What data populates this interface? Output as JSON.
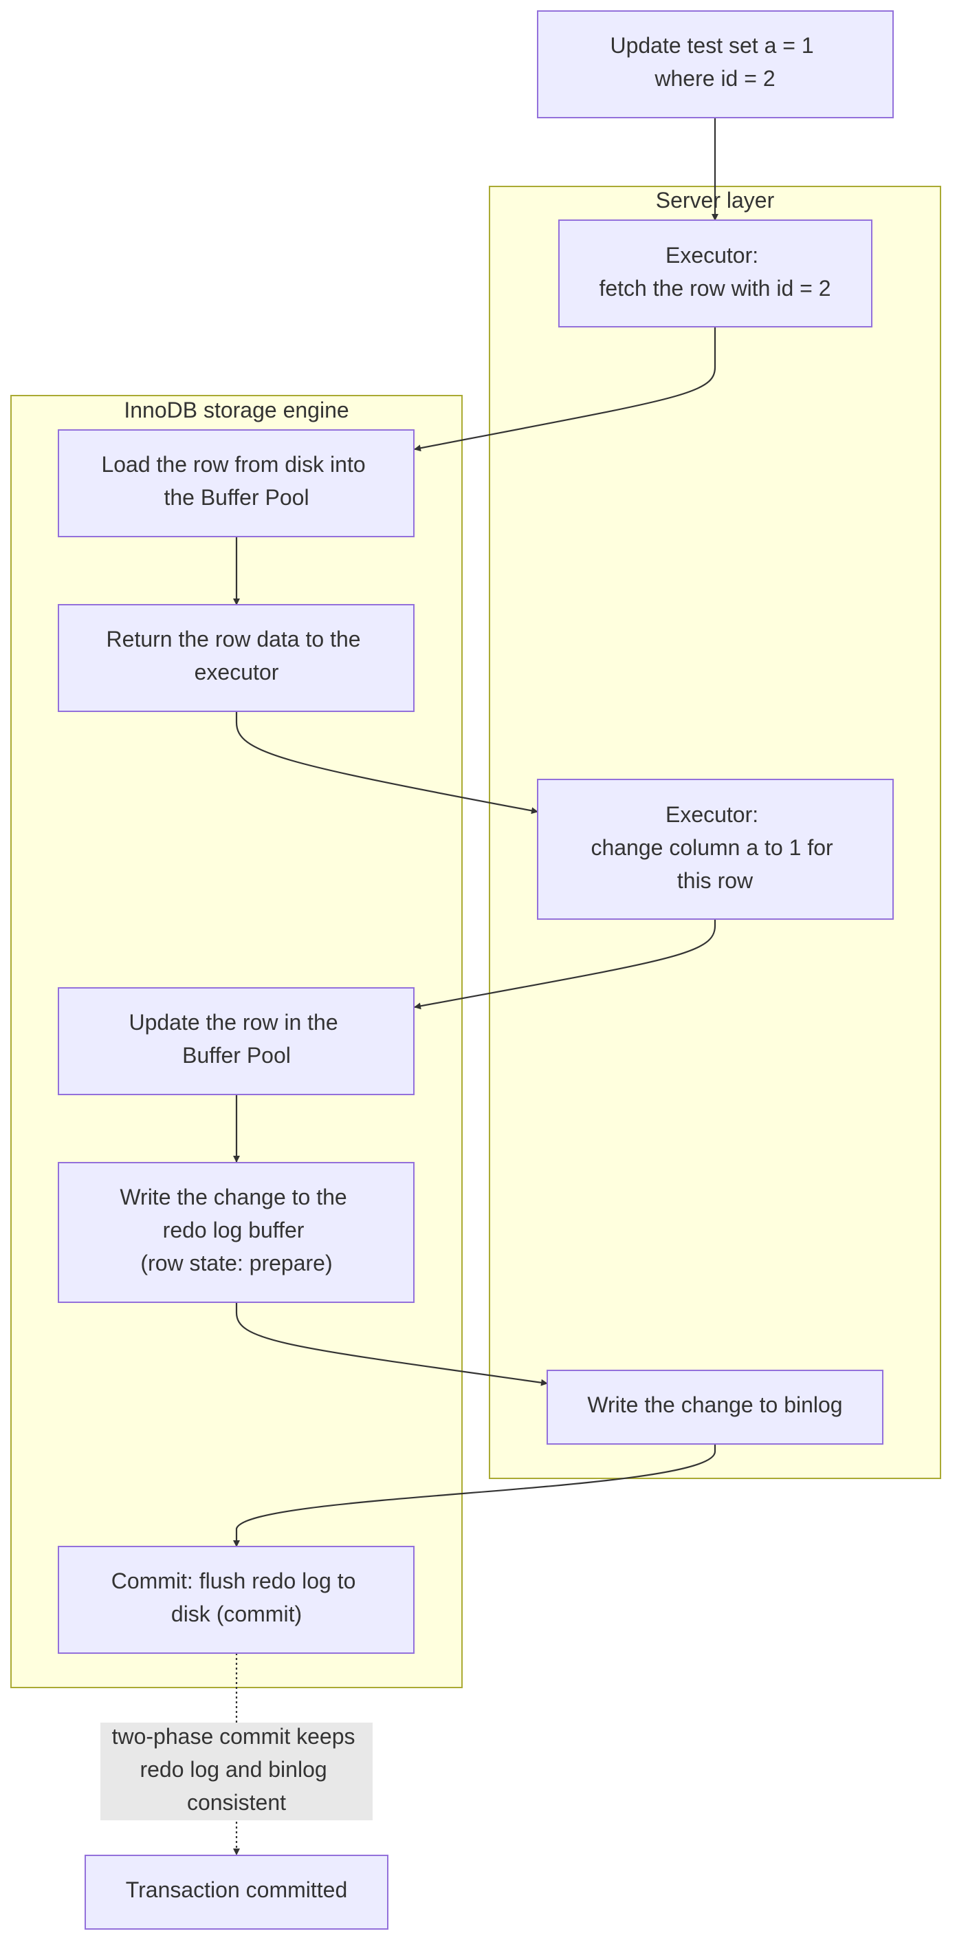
{
  "clusters": {
    "server": {
      "title": "Server layer"
    },
    "innodb": {
      "title": "InnoDB storage engine"
    }
  },
  "nodes": {
    "start": {
      "lines": [
        "Update test set a = 1",
        "where id = 2"
      ]
    },
    "fetch": {
      "lines": [
        "Executor:",
        "fetch the row with id = 2"
      ]
    },
    "load": {
      "lines": [
        "Load the row from disk into",
        "the Buffer Pool"
      ]
    },
    "return": {
      "lines": [
        "Return the row data to the",
        "executor"
      ]
    },
    "change": {
      "lines": [
        "Executor:",
        "change column a to 1 for",
        "this row"
      ]
    },
    "update": {
      "lines": [
        "Update the row in the",
        "Buffer Pool"
      ]
    },
    "redo": {
      "lines": [
        "Write the change to the",
        "redo log buffer",
        "(row state: prepare)"
      ]
    },
    "binlog": {
      "lines": [
        "Write the change to binlog"
      ]
    },
    "commit": {
      "lines": [
        "Commit: flush redo log to",
        "disk (commit)"
      ]
    },
    "done": {
      "lines": [
        "Transaction committed"
      ]
    }
  },
  "edge_labels": {
    "two_phase": {
      "lines": [
        "two-phase commit keeps",
        "redo log and binlog",
        "consistent"
      ]
    }
  },
  "colors": {
    "cluster_fill": "#ffffde",
    "cluster_stroke": "#aaaa33",
    "node_fill": "#ececff",
    "node_stroke": "#9370db",
    "edge": "#333333",
    "note_fill": "#e8e8e8"
  }
}
